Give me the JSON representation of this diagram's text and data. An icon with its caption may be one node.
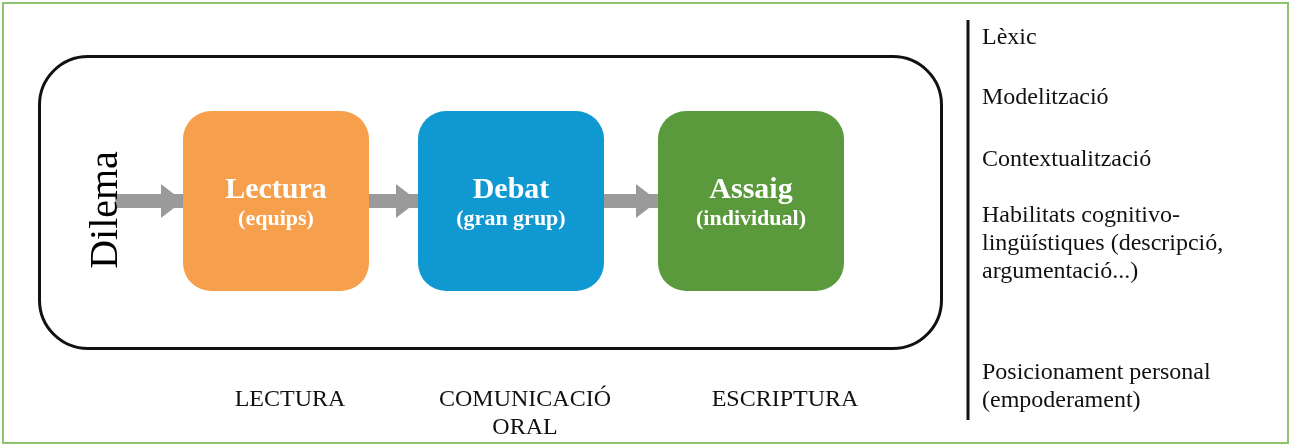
{
  "diagram": {
    "nodes": [
      {
        "text": [
          "Dilema"
        ]
      },
      {
        "text": [
          "Lectura",
          "(equips)"
        ],
        "in": 0
      },
      {
        "text": [
          "Debat",
          "(gran grup)"
        ],
        "in": 0
      },
      {
        "text": [
          "Assaig",
          "(individual)"
        ],
        "in": 0
      }
    ],
    "edges": [
      {
        "from": null,
        "to": 1,
        "arrow": "to"
      },
      {
        "from": 1,
        "to": 2,
        "arrow": "to"
      },
      {
        "from": 2,
        "to": 3,
        "arrow": "to"
      }
    ],
    "labels": [
      "LECTURA",
      "COMUNICACIÓ ORAL",
      "ESCRIPTURA",
      "Lèxic",
      "Modelització",
      "Contextualització",
      "Habilitats cognitivo-lingüístiques (descripció, argumentació...)",
      "Posicionament personal (empoderament)"
    ]
  }
}
